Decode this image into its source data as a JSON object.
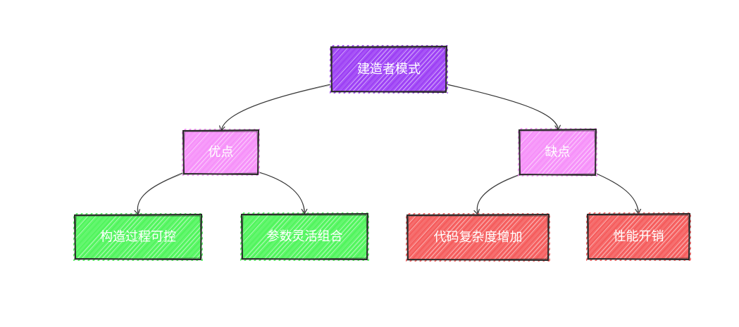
{
  "diagram": {
    "nodes": [
      {
        "id": "root",
        "label": "建造者模式",
        "color": "#9b3cf5"
      },
      {
        "id": "pros",
        "label": "优点",
        "color": "#f68ef9"
      },
      {
        "id": "cons",
        "label": "缺点",
        "color": "#f68ef9"
      },
      {
        "id": "pro1",
        "label": "构造过程可控",
        "color": "#4df55a"
      },
      {
        "id": "pro2",
        "label": "参数灵活组合",
        "color": "#4df55a"
      },
      {
        "id": "con1",
        "label": "代码复杂度增加",
        "color": "#f55a5a"
      },
      {
        "id": "con2",
        "label": "性能开销",
        "color": "#f55a5a"
      }
    ],
    "edges": [
      {
        "from": "root",
        "to": "pros"
      },
      {
        "from": "root",
        "to": "cons"
      },
      {
        "from": "pros",
        "to": "pro1"
      },
      {
        "from": "pros",
        "to": "pro2"
      },
      {
        "from": "cons",
        "to": "con1"
      },
      {
        "from": "cons",
        "to": "con2"
      }
    ]
  }
}
